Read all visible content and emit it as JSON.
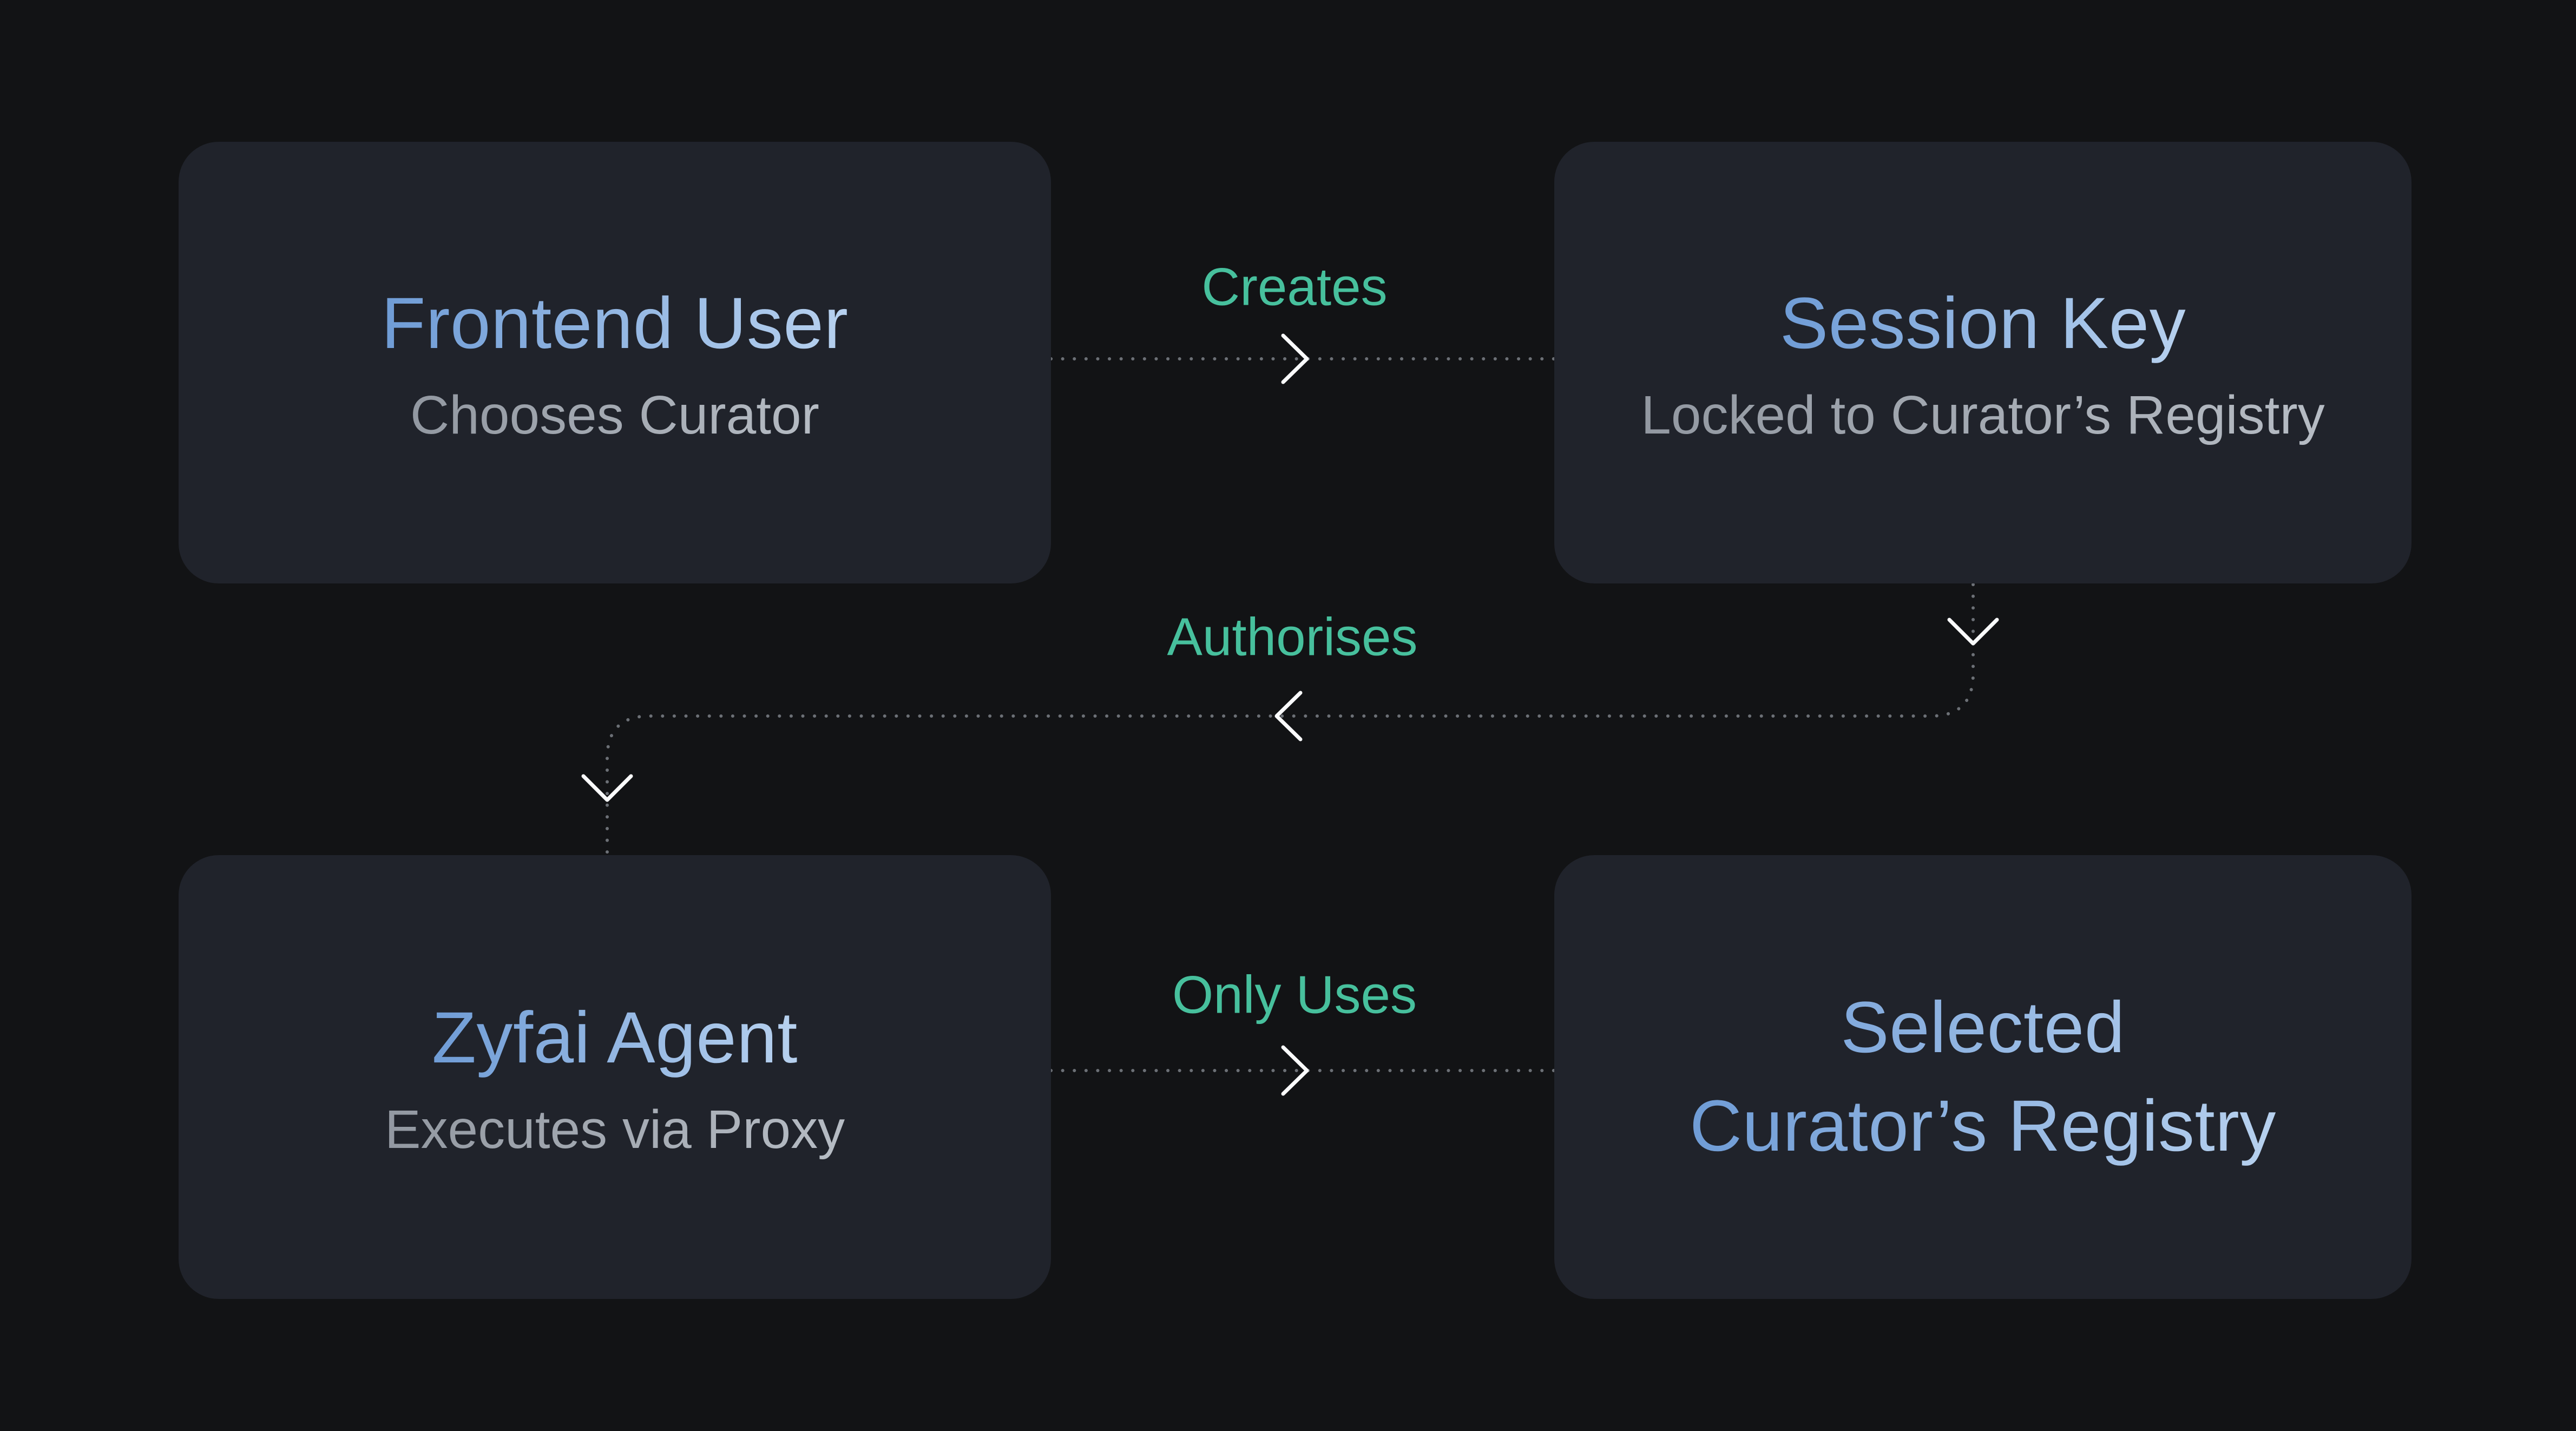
{
  "palette": {
    "page_background": "#121315",
    "node_background": "#20232b",
    "title_gradient_start": "#6f9cd6",
    "title_gradient_end": "#b7d1ef",
    "subtitle_gradient_start": "#9298a1",
    "subtitle_gradient_end": "#b6bcc4",
    "edge_label_color": "#47c09d",
    "connector_dot_color": "#6c7076",
    "arrowhead_color": "#fafbfc"
  },
  "nodes": [
    {
      "id": "frontend-user",
      "title": "Frontend User",
      "subtitle": "Chooses Curator"
    },
    {
      "id": "session-key",
      "title": "Session Key",
      "subtitle": "Locked to Curator’s Registry"
    },
    {
      "id": "zyfai-agent",
      "title": "Zyfai Agent",
      "subtitle": "Executes via Proxy"
    },
    {
      "id": "selected-curators-registry",
      "title_lines": [
        "Selected",
        "Curator’s Registry"
      ]
    }
  ],
  "edges": [
    {
      "label": "Creates",
      "from": "frontend-user",
      "to": "session-key"
    },
    {
      "label": "Authorises",
      "from": "session-key",
      "to": "zyfai-agent"
    },
    {
      "label": "Only Uses",
      "from": "zyfai-agent",
      "to": "selected-curators-registry"
    }
  ]
}
